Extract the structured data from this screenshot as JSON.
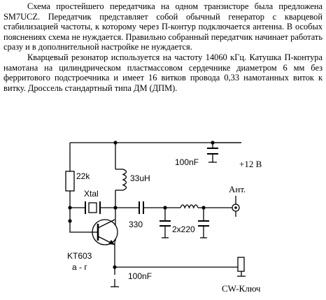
{
  "article": {
    "paragraph1": "Схема простейшего передатчика на одном транзисторе была предложена SM7UCZ. Передатчик представляет собой обычный генератор с кварцевой стабилизацией частоты, к которому через П-контур подключается антенна. В особых пояснениях схема не нуждается. Правильно собранный передатчик начинает работать сразу и в дополнительной настройке не нуждается.",
    "paragraph2": "Кварцевый резонатор используется на частоту 14060 кГц. Катушка П-контура намотана на цилиндрическом пластмассовом сердечнике диаметром 6 мм без ферритового подстроечника и имеет 16 витков провода 0,33 намотанных виток к витку. Дроссель стандартный типа ДМ (ДПМ)."
  },
  "schematic": {
    "resistor_label": "22k",
    "choke_label": "33uH",
    "crystal_label": "Xtal",
    "cap_top_label": "100nF",
    "supply_label": "+12 В",
    "antenna_label": "Ант.",
    "coupling_cap_label": "330",
    "pi_caps_label": "2x220",
    "transistor_label": "KT603",
    "transistor_suffix": "а - г",
    "cap_bottom_label": "100nF",
    "key_label": "CW-Ключ"
  }
}
